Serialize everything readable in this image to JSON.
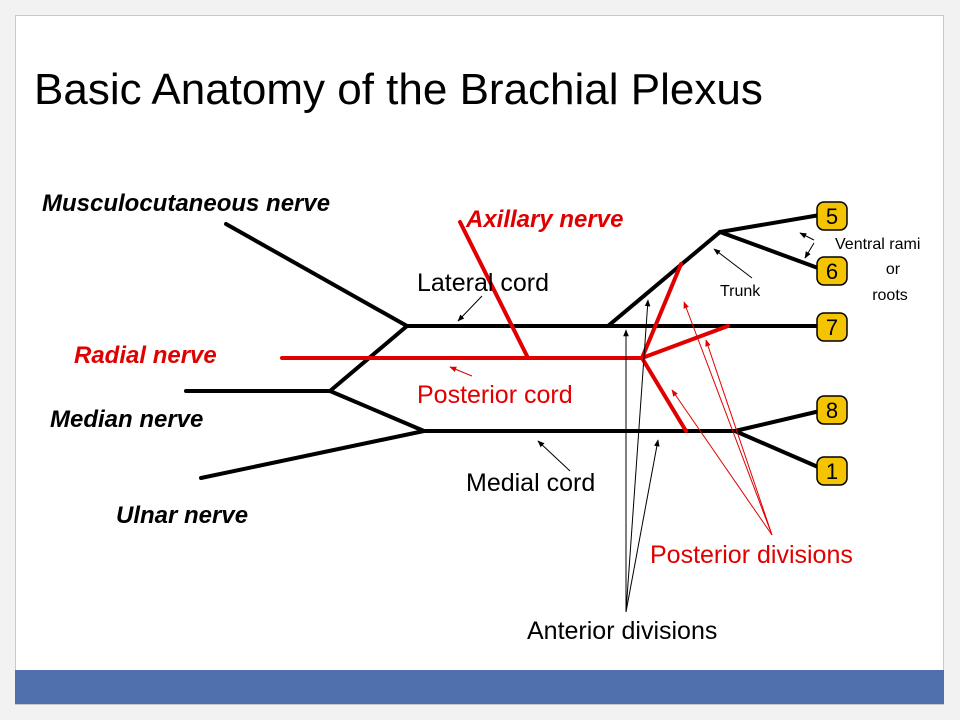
{
  "title": "Basic Anatomy of the Brachial Plexus",
  "colors": {
    "nerve_black": "#000000",
    "nerve_red": "#e00000",
    "root_badge": "#f5c400",
    "footer": "#4f6fad"
  },
  "labels": {
    "musculocutaneous": "Musculocutaneous nerve",
    "axillary": "Axillary nerve",
    "radial": "Radial nerve",
    "median": "Median nerve",
    "ulnar": "Ulnar nerve",
    "lateral_cord": "Lateral cord",
    "posterior_cord": "Posterior cord",
    "medial_cord": "Medial cord",
    "trunk": "Trunk",
    "ventral_rami": "Ventral rami",
    "or": "or",
    "roots": "roots",
    "posterior_divisions": "Posterior divisions",
    "anterior_divisions": "Anterior divisions"
  },
  "roots": [
    "5",
    "6",
    "7",
    "8",
    "1"
  ]
}
